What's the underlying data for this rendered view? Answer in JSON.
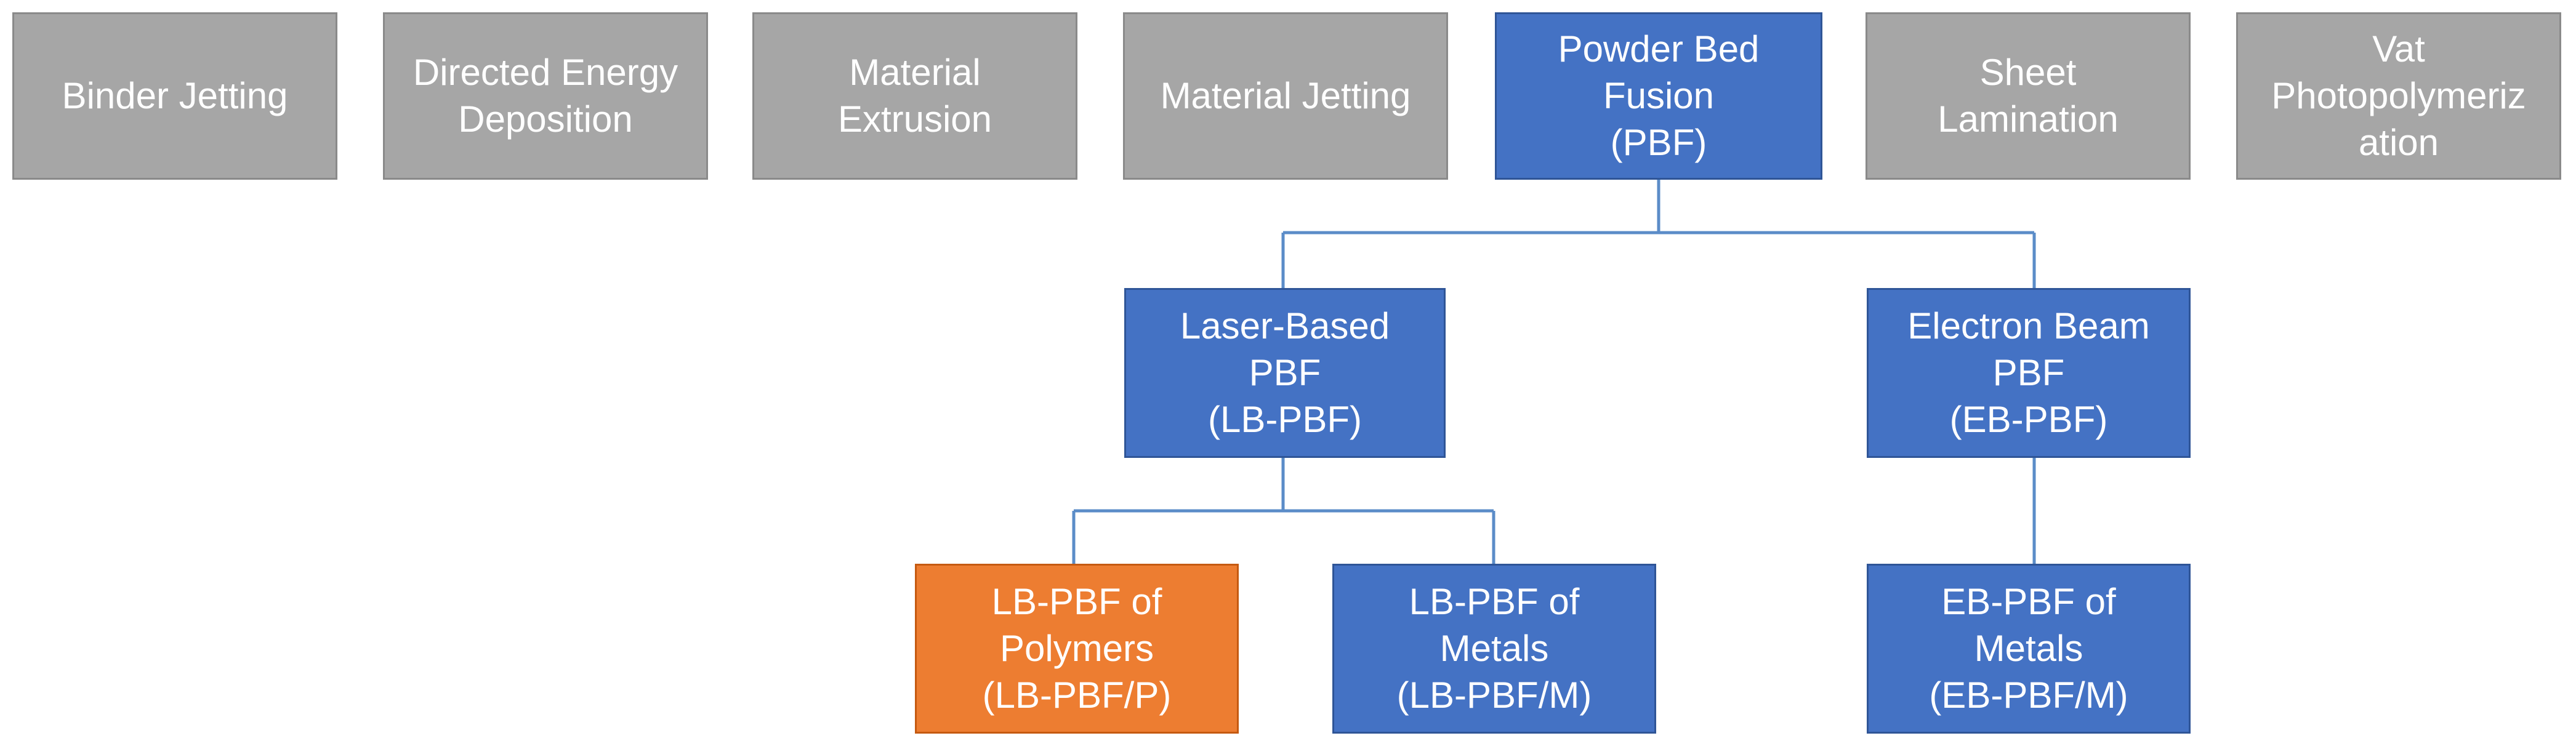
{
  "categories": [
    {
      "id": "binder-jetting",
      "label": "Binder Jetting"
    },
    {
      "id": "directed-energy-deposition",
      "label": "Directed Energy\nDeposition"
    },
    {
      "id": "material-extrusion",
      "label": "Material\nExtrusion"
    },
    {
      "id": "material-jetting",
      "label": "Material Jetting"
    },
    {
      "id": "powder-bed-fusion",
      "label": "Powder Bed\nFusion\n(PBF)"
    },
    {
      "id": "sheet-lamination",
      "label": "Sheet\nLamination"
    },
    {
      "id": "vat-photopolymerization",
      "label": "Vat\nPhotopolymeriz\nation"
    }
  ],
  "pbf_types": {
    "laser": {
      "label": "Laser-Based PBF\n(LB-PBF)"
    },
    "electron": {
      "label": "Electron Beam\nPBF\n(EB-PBF)"
    }
  },
  "leaves": {
    "lb_polymers": {
      "label": "LB-PBF of\nPolymers\n(LB-PBF/P)"
    },
    "lb_metals": {
      "label": "LB-PBF of\nMetals\n(LB-PBF/M)"
    },
    "eb_metals": {
      "label": "EB-PBF of\nMetals\n(EB-PBF/M)"
    }
  },
  "colors": {
    "category": "#a6a6a6",
    "selected_path": "#4472c4",
    "highlight": "#ed7d31",
    "connector": "#5b8cc8"
  }
}
